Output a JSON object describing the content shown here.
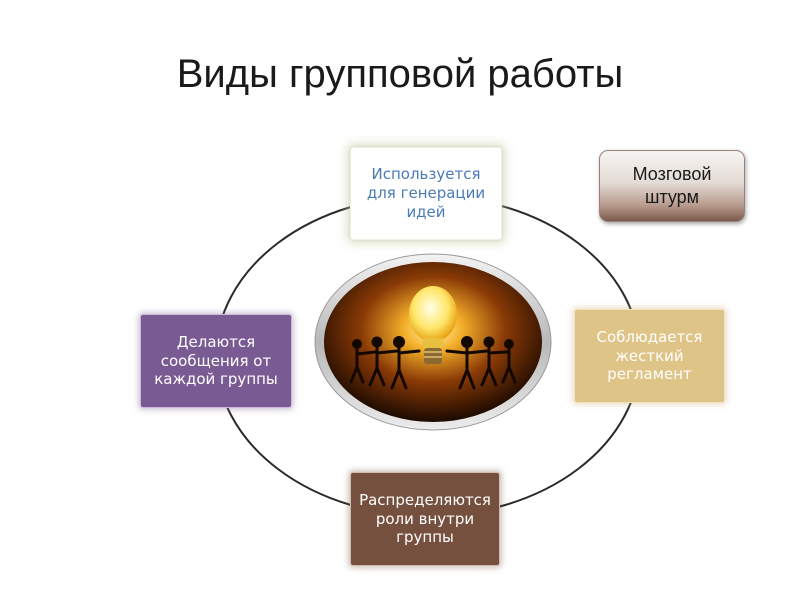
{
  "title": "Виды групповой работы",
  "badge": {
    "label": "Мозговой\nштурм"
  },
  "cycle": {
    "top": "Используется\nдля генерации\nидей",
    "right": "Соблюдается\nжесткий\nрегламент",
    "bottom": "Распределяются\nроли внутри\nгруппы",
    "left": "Делаются\nсообщения от\nкаждой группы"
  },
  "colors": {
    "top_text": "#4a7ab8",
    "left_fill": "#7a5a93",
    "right_fill": "#dfc488",
    "bottom_fill": "#76503f",
    "ring": "#2a2a2a"
  },
  "center_image": {
    "icon": "lightbulb-people-icon"
  }
}
